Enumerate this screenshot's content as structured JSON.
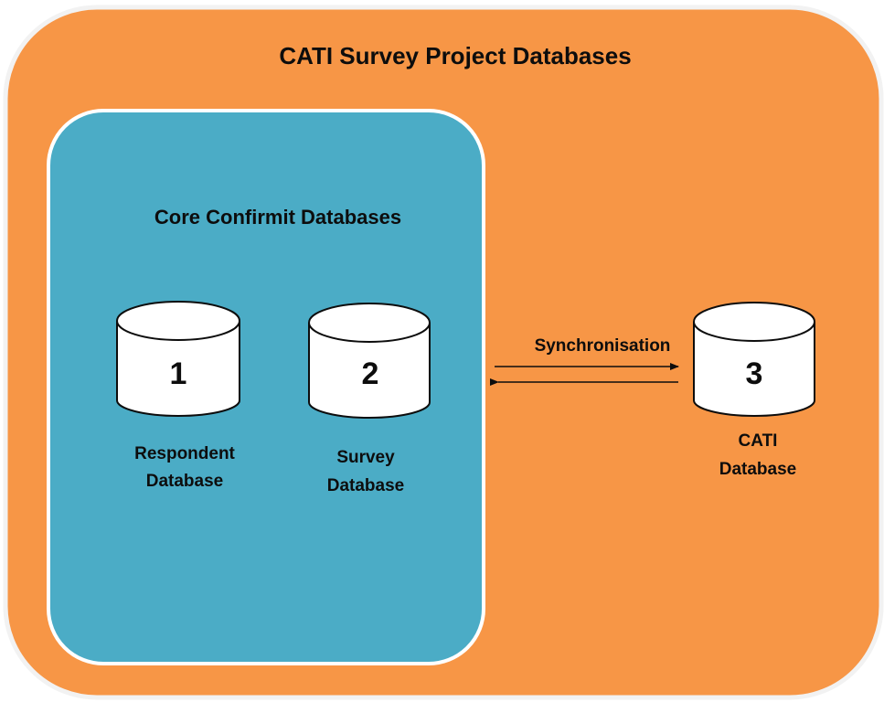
{
  "outer_panel": {
    "title": "CATI Survey Project Databases",
    "fill": "#F79646",
    "border": "#F2F2F2"
  },
  "inner_panel": {
    "title": "Core Confirmit Databases",
    "fill": "#4BACC6",
    "border": "#FFFFFF"
  },
  "databases": [
    {
      "number": "1",
      "label_line1": "Respondent",
      "label_line2": "Database"
    },
    {
      "number": "2",
      "label_line1": "Survey",
      "label_line2": "Database"
    },
    {
      "number": "3",
      "label_line1": "CATI",
      "label_line2": "Database"
    }
  ],
  "connector": {
    "label": "Synchronisation"
  },
  "colors": {
    "cylinder_fill": "#FFFFFF",
    "cylinder_stroke": "#0D0D0D",
    "text": "#0D0D0D"
  }
}
